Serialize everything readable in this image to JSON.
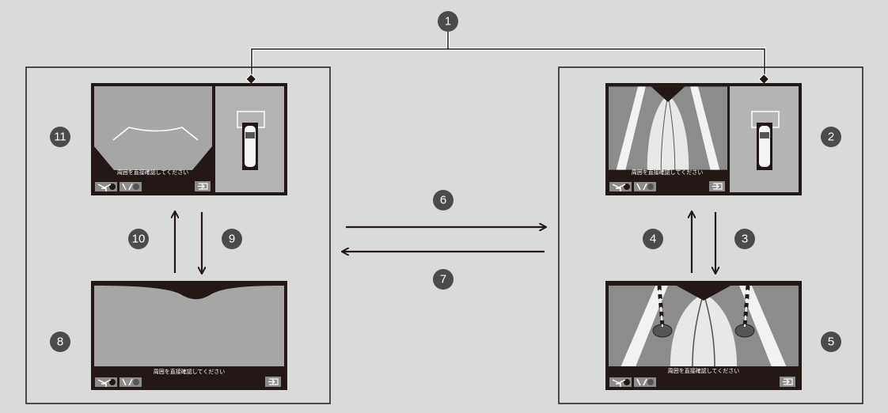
{
  "callouts": [
    "1",
    "2",
    "3",
    "4",
    "5",
    "6",
    "7",
    "8",
    "9",
    "10",
    "11"
  ],
  "screen_message": "周囲を直接確認してください",
  "icons": [
    "front-sensor-icon",
    "rear-sensor-icon",
    "exit-icon",
    "car-top-view-icon"
  ],
  "colors": {
    "background": "#d9dbdb",
    "callout": "#4b4b4b",
    "screen_frame": "#231815",
    "camera_gray": "#8c8c8c"
  }
}
